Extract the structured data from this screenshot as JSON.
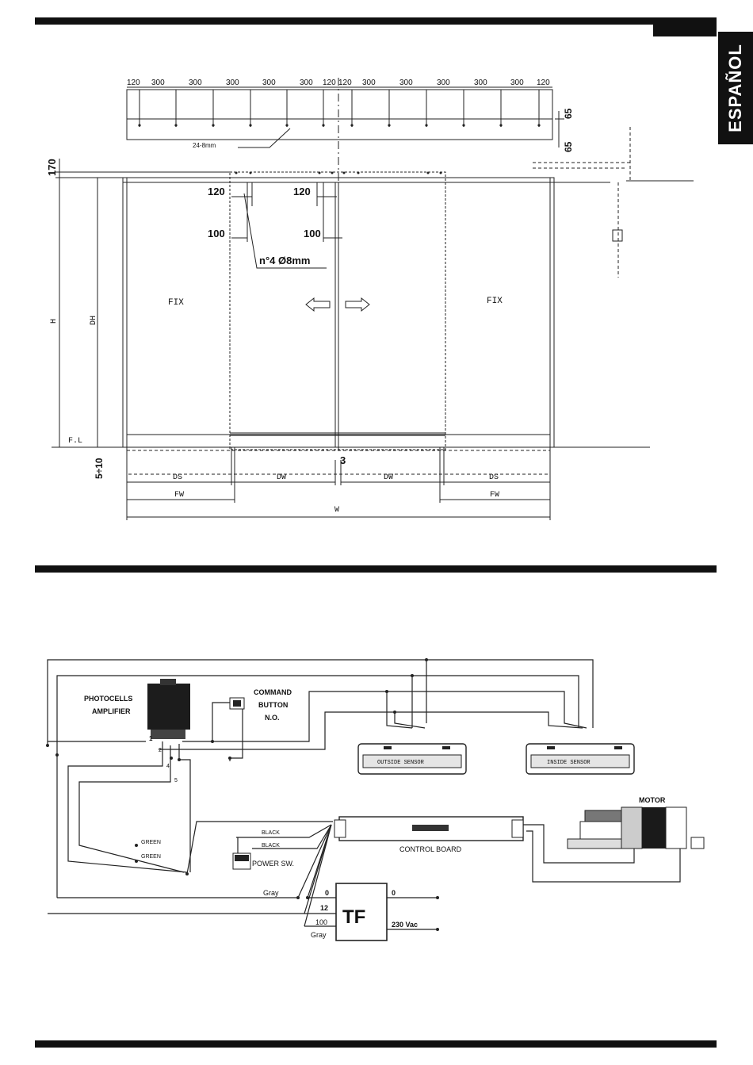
{
  "language_tab": "ESPAÑOL",
  "top_drawing": {
    "rail_dims_left": [
      "120",
      "300",
      "300",
      "300",
      "300",
      "300",
      "120"
    ],
    "rail_dims_right": [
      "120",
      "300",
      "300",
      "300",
      "300",
      "300",
      "120"
    ],
    "rail_height_dims": [
      "65",
      "65"
    ],
    "rail_holes": "24-8mm",
    "dim_170": "170",
    "dim_H": "H",
    "dim_DH": "DH",
    "dim_FL": "F.L",
    "dim_floor_gap": "5÷10",
    "dim_120_left": "120",
    "dim_120_right": "120",
    "dim_100_left": "100",
    "dim_100_right": "100",
    "holes_label": "n°4  Ø8mm",
    "fix_left": "FIX",
    "fix_right": "FIX",
    "dim_3": "3",
    "dim_DS_left": "DS",
    "dim_DW_left": "DW",
    "dim_DW_right": "DW",
    "dim_DS_right": "DS",
    "dim_FW_left": "FW",
    "dim_FW_right": "FW",
    "dim_W": "W"
  },
  "wiring": {
    "photocells_label_1": "PHOTOCELLS",
    "photocells_label_2": "AMPLIFIER",
    "terminal_1": "1",
    "terminal_2": "2",
    "terminal_4": "4",
    "terminal_5": "5",
    "command_label_1": "COMMAND",
    "command_label_2": "BUTTON",
    "command_label_3": "N.O.",
    "outside_sensor": "OUTSIDE SENSOR",
    "inside_sensor": "INSIDE SENSOR",
    "motor": "MOTOR",
    "control_board": "CONTROL BOARD",
    "green_1": "GREEN",
    "green_2": "GREEN",
    "black_1": "BLACK",
    "black_2": "BLACK",
    "power_switch": "POWER SW.",
    "gray_1": "Gray",
    "gray_2": "Gray",
    "tf": "TF",
    "tf_in_0": "0",
    "tf_in_12": "12",
    "tf_in_100": "100",
    "tf_out_0": "0",
    "tf_out_230": "230 Vac"
  }
}
